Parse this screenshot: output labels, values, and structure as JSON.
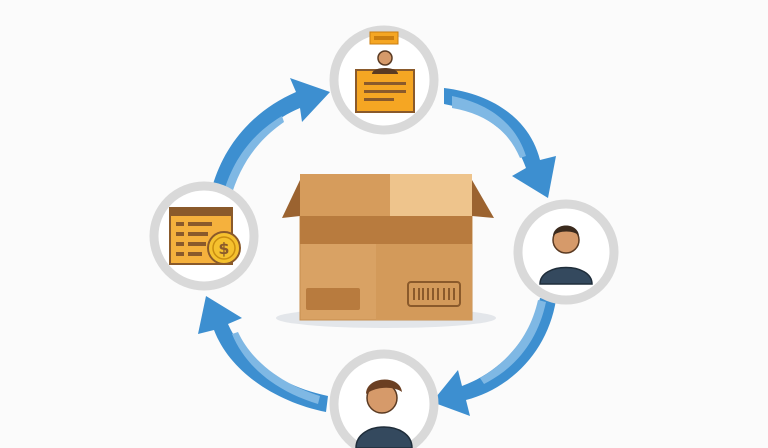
{
  "diagram": {
    "type": "cycle",
    "center": {
      "icon": "cardboard-box-icon"
    },
    "nodes": [
      {
        "id": "store",
        "icon": "storefront-seller-icon"
      },
      {
        "id": "customer",
        "icon": "customer-avatar-icon"
      },
      {
        "id": "return-customer",
        "icon": "customer-avatar-icon"
      },
      {
        "id": "refund",
        "icon": "cash-register-coin-icon"
      }
    ],
    "flow": "clockwise",
    "colors": {
      "arrow": "#3d8fd0",
      "box": "#d9a264",
      "box_dark": "#b87b3e",
      "ring": "#d9d9d9",
      "accent": "#f5a623"
    }
  }
}
